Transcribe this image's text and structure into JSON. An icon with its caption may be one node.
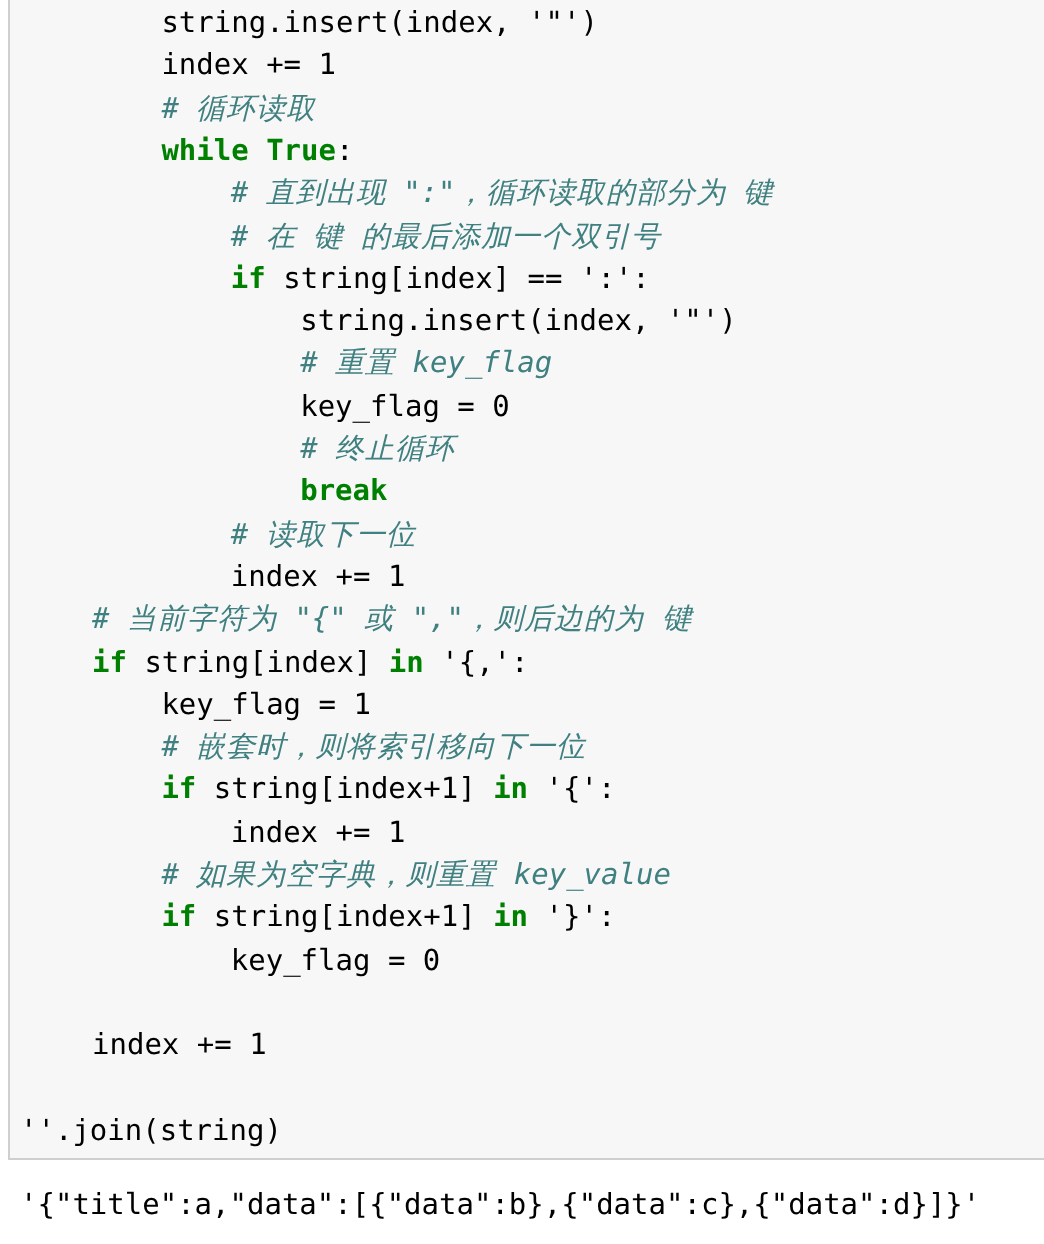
{
  "diagram": {
    "labels": [
      "string.insert(index, '\"')",
      "index += 1",
      "# 循环读取",
      "**while** **True**:",
      "# 直到出现 \":\"，循环读取的部分为 键",
      "# 在 键 的最后添加一个双引号",
      "**if** string[index] == ':':",
      "string.insert(index, '\"')",
      "# 重置 key_flag",
      "key_flag = 0",
      "# 终止循环",
      "**break**",
      "# 读取下一位",
      "index += 1",
      "# 当前字符为 \"{\" 或 \",\"，则后边的为 键",
      "**if** string[index] **in** '{,':",
      "key_flag = 1",
      "# 嵌套时，则将索引移向下一位",
      "**if** string[index+1] **in** '{':",
      "index += 1",
      "# 如果为空字典，则重置 key_value",
      "**if** string[index+1] **in** '}':",
      "key_flag = 0",
      "index += 1",
      "''.join(string)",
      "'{\"title\":a,\"data\":[{\"data\":b},{\"data\":c},{\"data\":d}]}'"
    ]
  }
}
